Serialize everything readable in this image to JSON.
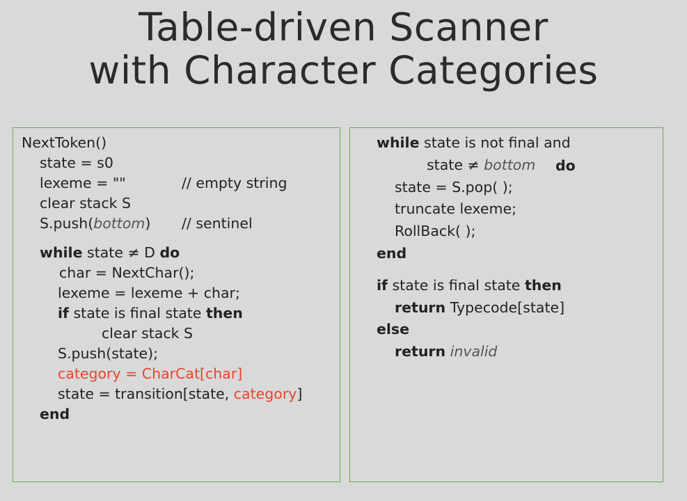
{
  "title": {
    "line1": "Table-driven Scanner",
    "line2": "with Character Categories"
  },
  "left_panel": {
    "l1": "NextToken()",
    "l2": "state = s0",
    "l3a": "lexeme = \"\"",
    "l3b": "// empty string",
    "l4": "clear stack S",
    "l5a": "S.push(",
    "l5b": "bottom",
    "l5c": ")",
    "l5d": "// sentinel",
    "l6a": "while",
    "l6b": " state ≠ D ",
    "l6c": "do",
    "l7": "char = NextChar();",
    "l8": "lexeme = lexeme + char;",
    "l9a": "if",
    "l9b": " state is final state ",
    "l9c": "then",
    "l10": "clear stack S",
    "l11": "S.push(state);",
    "l12": "category = CharCat[char]",
    "l13a": "state = transition[state, ",
    "l13b": "category",
    "l13c": "]",
    "l14": "end"
  },
  "right_panel": {
    "r1a": "while",
    "r1b": " state is not final and",
    "r2a": "state ≠ ",
    "r2b": "bottom",
    "r2c": "do",
    "r3": "state = S.pop( );",
    "r4": "truncate lexeme;",
    "r5": "RollBack( );",
    "r6": "end",
    "r7a": "if",
    "r7b": " state is final state ",
    "r7c": "then",
    "r8a": "return",
    "r8b": " Typecode[state]",
    "r9": "else",
    "r10a": "return",
    "r10b": "invalid"
  }
}
